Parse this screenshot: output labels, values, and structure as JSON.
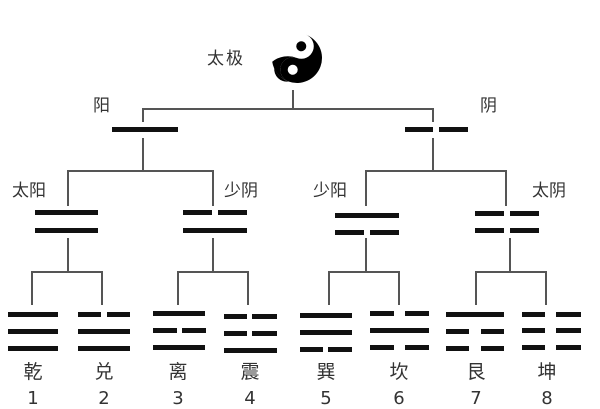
{
  "title": "太极",
  "level1": [
    {
      "label": "阳",
      "lines": [
        "yang"
      ]
    },
    {
      "label": "阴",
      "lines": [
        "yin"
      ]
    }
  ],
  "level2": [
    {
      "label": "太阳",
      "lines": [
        "yang",
        "yang"
      ]
    },
    {
      "label": "少阴",
      "lines": [
        "yin",
        "yang"
      ]
    },
    {
      "label": "少阳",
      "lines": [
        "yang",
        "yin"
      ]
    },
    {
      "label": "太阴",
      "lines": [
        "yin",
        "yin"
      ]
    }
  ],
  "trigrams": [
    {
      "name": "乾",
      "number": "1",
      "lines": [
        "yang",
        "yang",
        "yang"
      ]
    },
    {
      "name": "兑",
      "number": "2",
      "lines": [
        "yin",
        "yang",
        "yang"
      ]
    },
    {
      "name": "离",
      "number": "3",
      "lines": [
        "yang",
        "yin",
        "yang"
      ]
    },
    {
      "name": "震",
      "number": "4",
      "lines": [
        "yin",
        "yin",
        "yang"
      ]
    },
    {
      "name": "巽",
      "number": "5",
      "lines": [
        "yang",
        "yang",
        "yin"
      ]
    },
    {
      "name": "坎",
      "number": "6",
      "lines": [
        "yin",
        "yang",
        "yin"
      ]
    },
    {
      "name": "艮",
      "number": "7",
      "lines": [
        "yang",
        "yin",
        "yin"
      ]
    },
    {
      "name": "坤",
      "number": "8",
      "lines": [
        "yin",
        "yin",
        "yin"
      ]
    }
  ],
  "colors": {
    "line": "#111111",
    "connector": "#555555",
    "text": "#333333"
  }
}
